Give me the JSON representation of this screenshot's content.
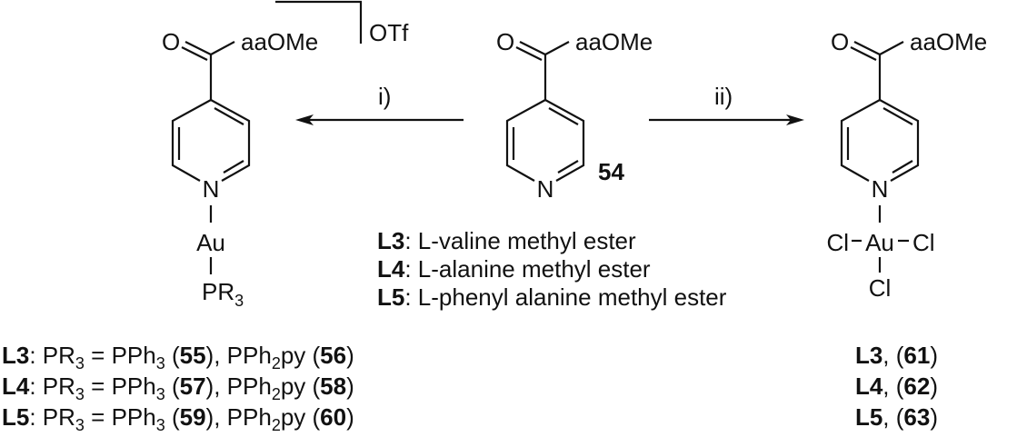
{
  "atoms": {
    "O": "O",
    "N": "N",
    "Au": "Au",
    "Cl": "Cl",
    "P": "PR",
    "P_sub": "3"
  },
  "substituent": "aaOMe",
  "counterion": "OTf",
  "reagents": {
    "left_arrow": "i)",
    "right_arrow": "ii)"
  },
  "start_compound_number": "54",
  "ligand_legend": [
    {
      "code": "L3",
      "text": ": L-valine methyl ester"
    },
    {
      "code": "L4",
      "text": ": L-alanine methyl ester"
    },
    {
      "code": "L5",
      "text": ": L-phenyl alanine methyl ester"
    }
  ],
  "left_products": [
    {
      "code": "L3",
      "a": "55",
      "b": "56"
    },
    {
      "code": "L4",
      "a": "57",
      "b": "58"
    },
    {
      "code": "L5",
      "a": "59",
      "b": "60"
    }
  ],
  "right_products": [
    {
      "code": "L3",
      "n": "61"
    },
    {
      "code": "L4",
      "n": "62"
    },
    {
      "code": "L5",
      "n": "63"
    }
  ],
  "product_text": {
    "pr3_eq": "PR",
    "sub3": "3",
    "eq_pph": " = PPh",
    "pph2": ", PPh",
    "sub2": "2",
    "py": "py (",
    "open": " (",
    "close": ")",
    "comma": ", (",
    "colon": ": "
  }
}
